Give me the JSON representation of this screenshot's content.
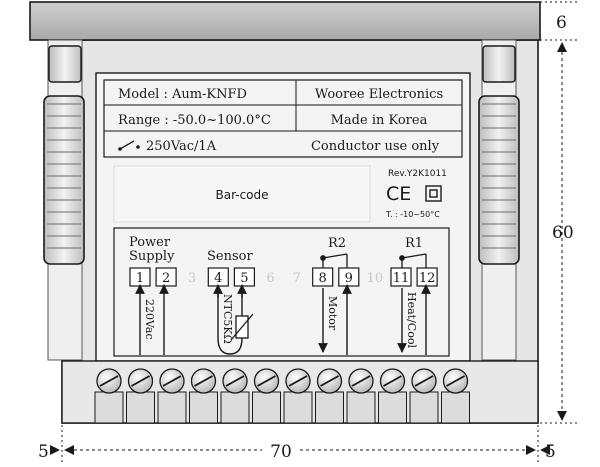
{
  "label": {
    "model": "Model : Aum-KNFD",
    "maker": "Wooree Electronics",
    "range": "Range : -50.0~100.0°C",
    "made_in": "Made in Korea",
    "relay_rating": "250Vac/1A",
    "conductor_note": "Conductor use only",
    "revision": "Rev.Y2K1011",
    "ce_mark": "CE",
    "temp_range": "T. : -10~50°C",
    "barcode": "Bar-code"
  },
  "wiring": {
    "power_label_line1": "Power",
    "power_label_line2": "Supply",
    "sensor_label": "Sensor",
    "r2_label": "R2",
    "r1_label": "R1",
    "terminals": [
      "1",
      "2",
      "3",
      "4",
      "5",
      "6",
      "7",
      "8",
      "9",
      "10",
      "11",
      "12"
    ],
    "inactive_terminals": [
      "3",
      "6",
      "7",
      "10"
    ],
    "power_spec": "220Vac",
    "sensor_spec": "NTC5KΩ",
    "r2_load": "Motor",
    "r1_load": "Heat/Cool"
  },
  "dimensions": {
    "top": "6",
    "height": "60",
    "left_margin": "5",
    "width": "70",
    "right_margin": "5"
  },
  "colors": {
    "frame_gray": "#d9d9d9",
    "label_face": "#f2f2f2",
    "outline": "#1a1a1a",
    "faded_text": "#c8c8c8"
  },
  "screw_count": 12
}
